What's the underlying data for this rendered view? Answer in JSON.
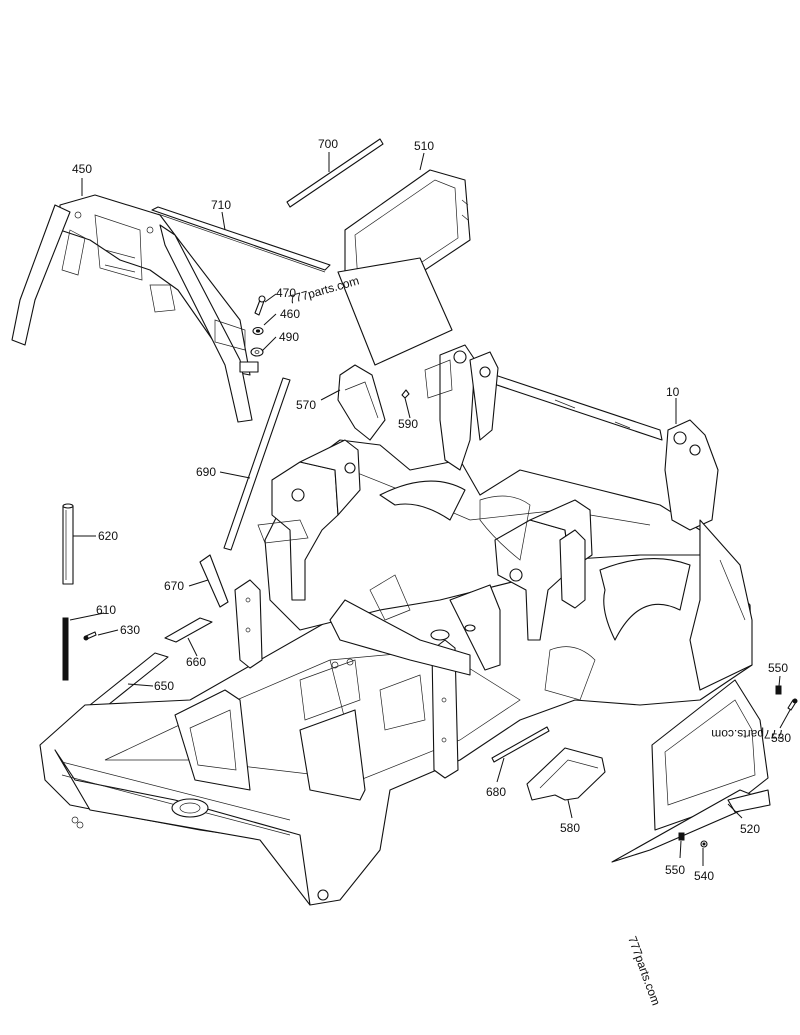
{
  "callouts": [
    {
      "id": "c10",
      "label": "10"
    },
    {
      "id": "c450",
      "label": "450"
    },
    {
      "id": "c460",
      "label": "460"
    },
    {
      "id": "c470",
      "label": "470"
    },
    {
      "id": "c490",
      "label": "490"
    },
    {
      "id": "c510",
      "label": "510"
    },
    {
      "id": "c520",
      "label": "520"
    },
    {
      "id": "c530",
      "label": "530"
    },
    {
      "id": "c540",
      "label": "540"
    },
    {
      "id": "c550a",
      "label": "550"
    },
    {
      "id": "c550b",
      "label": "550"
    },
    {
      "id": "c570",
      "label": "570"
    },
    {
      "id": "c580",
      "label": "580"
    },
    {
      "id": "c590",
      "label": "590"
    },
    {
      "id": "c610",
      "label": "610"
    },
    {
      "id": "c620",
      "label": "620"
    },
    {
      "id": "c630",
      "label": "630"
    },
    {
      "id": "c650",
      "label": "650"
    },
    {
      "id": "c660",
      "label": "660"
    },
    {
      "id": "c670",
      "label": "670"
    },
    {
      "id": "c680",
      "label": "680"
    },
    {
      "id": "c690",
      "label": "690"
    },
    {
      "id": "c700",
      "label": "700"
    },
    {
      "id": "c710",
      "label": "710"
    }
  ],
  "watermarks": {
    "top": "777parts.com",
    "right": "777parts.com",
    "bottom": "777parts.com"
  }
}
